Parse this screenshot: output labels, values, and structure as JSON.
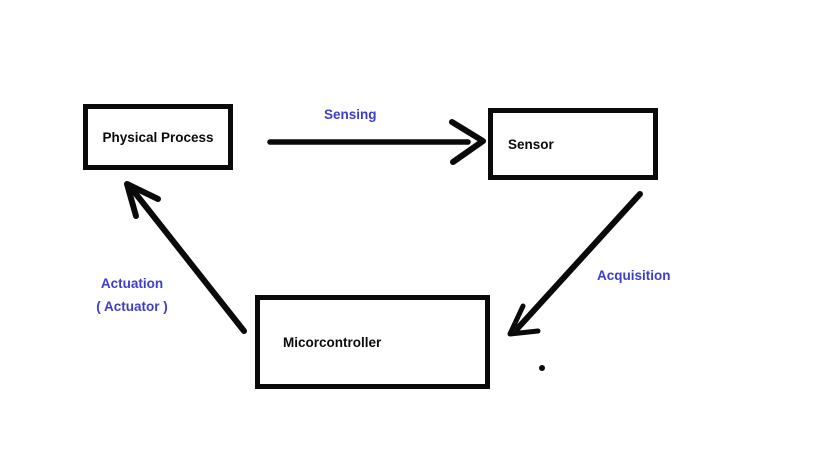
{
  "diagram": {
    "title": "sensing-actuation control loop",
    "colors": {
      "ink": "#0a0a0a",
      "label": "#3d3dcc",
      "background": "#ffffff"
    },
    "nodes": [
      {
        "id": "physical-process",
        "label": "Physical Process"
      },
      {
        "id": "sensor",
        "label": "Sensor"
      },
      {
        "id": "microcontroller",
        "label": "Micorcontroller"
      }
    ],
    "edges": [
      {
        "from": "physical-process",
        "to": "sensor",
        "label": "Sensing"
      },
      {
        "from": "sensor",
        "to": "microcontroller",
        "label": "Acquisition"
      },
      {
        "from": "microcontroller",
        "to": "physical-process",
        "label": "Actuation",
        "label_secondary": "( Actuator )"
      }
    ]
  }
}
